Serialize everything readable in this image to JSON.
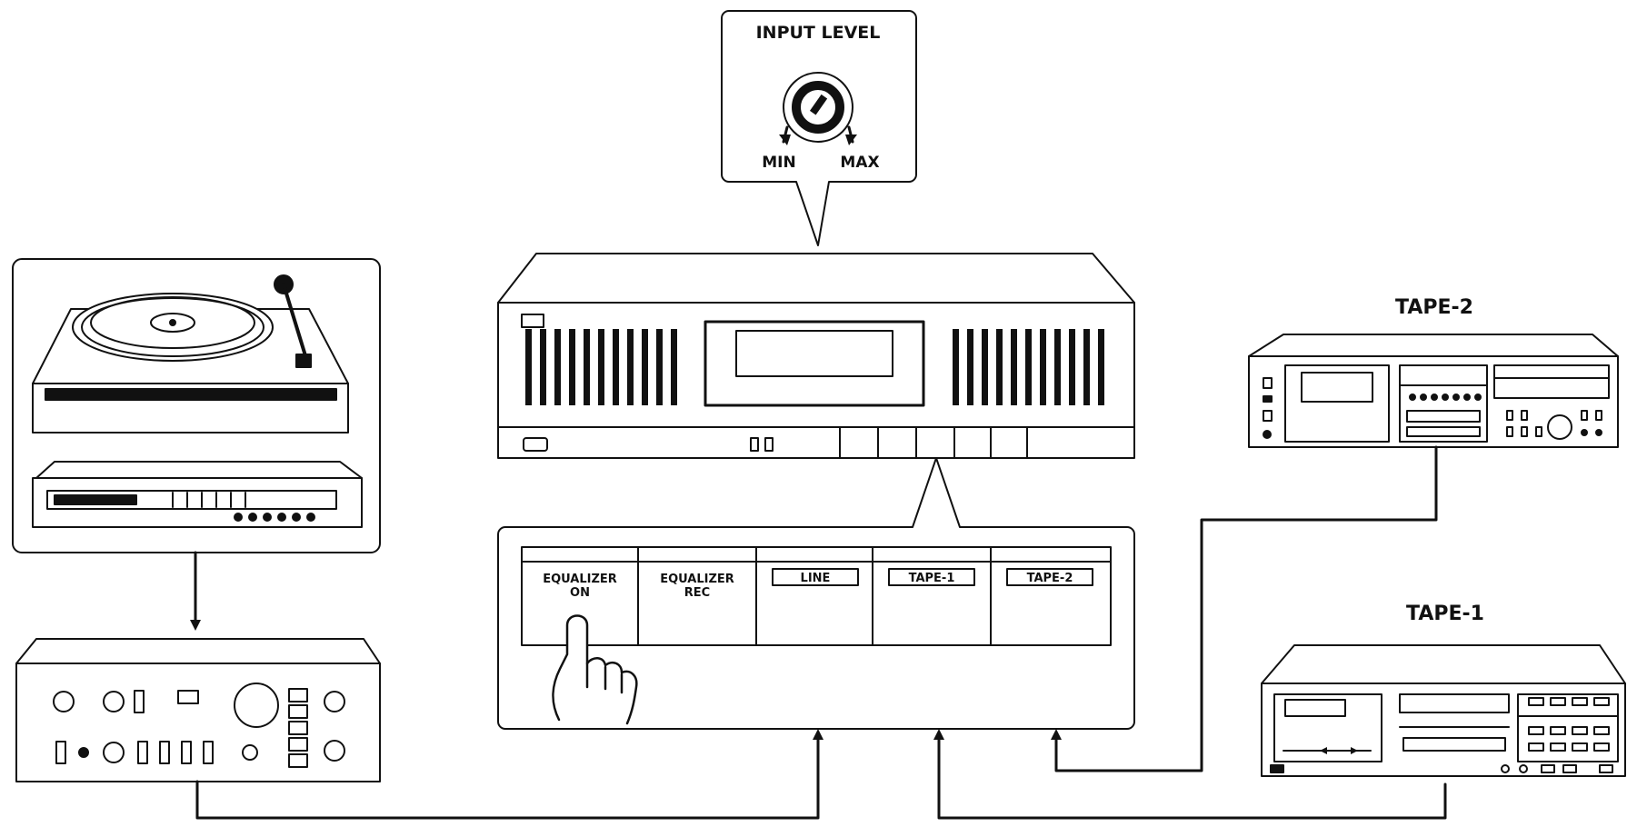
{
  "diagram": {
    "callout_input_level": {
      "title": "INPUT LEVEL",
      "min_label": "MIN",
      "max_label": "MAX"
    },
    "button_panel": {
      "buttons": [
        {
          "line1": "EQUALIZER",
          "line2": "ON"
        },
        {
          "line1": "EQUALIZER",
          "line2": "REC"
        },
        {
          "line1": "LINE",
          "line2": ""
        },
        {
          "line1": "TAPE-1",
          "line2": ""
        },
        {
          "line1": "TAPE-2",
          "line2": ""
        }
      ]
    },
    "tape2_label": "TAPE-2",
    "tape1_label": "TAPE-1"
  },
  "colors": {
    "ink": "#111111",
    "paper": "#ffffff"
  }
}
